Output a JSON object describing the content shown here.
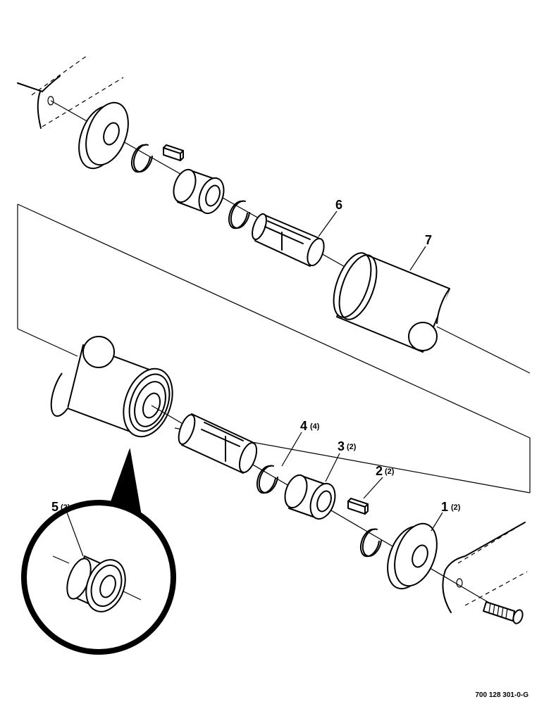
{
  "callouts": [
    {
      "id": "1",
      "qty": "(2)"
    },
    {
      "id": "2",
      "qty": "(2)"
    },
    {
      "id": "3",
      "qty": "(2)"
    },
    {
      "id": "4",
      "qty": "(4)"
    },
    {
      "id": "5",
      "qty": "(2)"
    },
    {
      "id": "6",
      "qty": ""
    },
    {
      "id": "7",
      "qty": ""
    }
  ],
  "reference_number": "700 128 301-0-G"
}
